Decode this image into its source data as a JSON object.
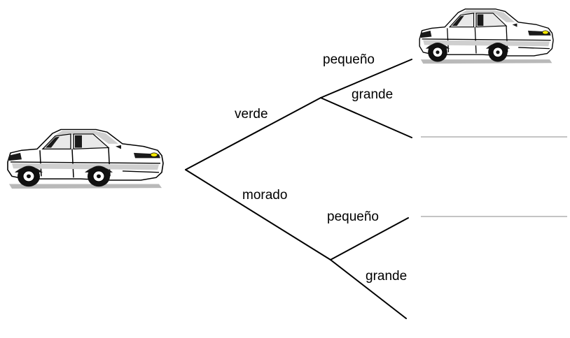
{
  "labels": {
    "green": "verde",
    "purple": "morado",
    "small_top": "pequeño",
    "large_top": "grande",
    "small_bottom": "pequeño",
    "large_bottom": "grande"
  },
  "icons": {
    "left_car": "car-icon",
    "top_right_car": "car-icon"
  }
}
